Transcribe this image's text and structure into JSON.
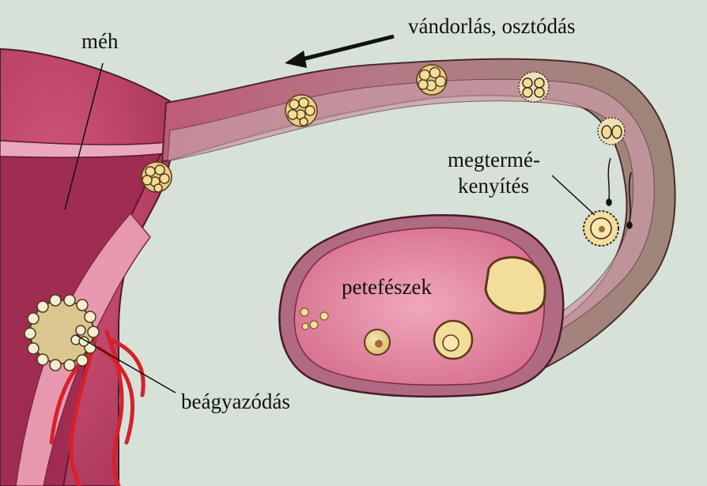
{
  "labels": {
    "uterus": "méh",
    "migration": "vándorlás, osztódás",
    "fertilization_line1": "megtermé-",
    "fertilization_line2": "kenyítés",
    "ovary": "petefészek",
    "implantation": "beágyazódás"
  },
  "colors": {
    "background": "#d6e2d8",
    "uterus_tissue": "#c8466a",
    "uterus_inner": "#a82f55",
    "tube_outer": "#b4808c",
    "tube_inner": "#d98ea4",
    "tube_distal": "#a89488",
    "ovary_inner": "#e38aa4",
    "cell_fill": "#f2dd9a",
    "blood_vessel": "#d8202a",
    "outline": "#3a1a22"
  }
}
